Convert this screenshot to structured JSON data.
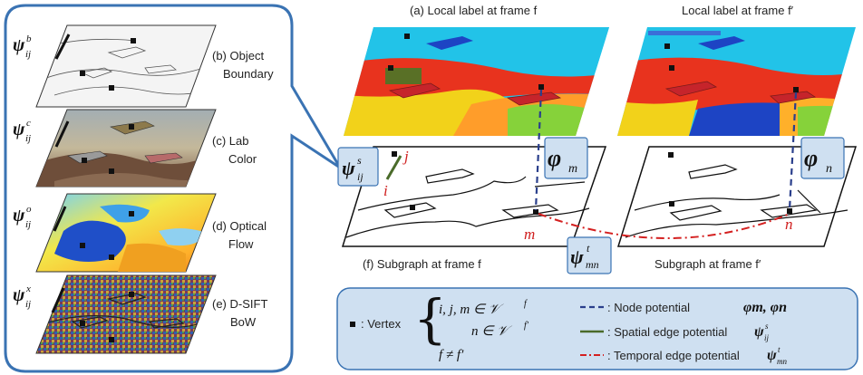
{
  "titles": {
    "local_f": "(a) Local label at frame f",
    "local_fp": "Local label at frame f′",
    "subgraph_f": "(f) Subgraph at frame f",
    "subgraph_fp": "Subgraph at frame f′"
  },
  "features": [
    {
      "symbol": "ψ",
      "sup": "b",
      "sub": "ij",
      "line1": "(b) Object",
      "line2": "Boundary"
    },
    {
      "symbol": "ψ",
      "sup": "c",
      "sub": "ij",
      "line1": "(c) Lab",
      "line2": "Color"
    },
    {
      "symbol": "ψ",
      "sup": "o",
      "sub": "ij",
      "line1": "(d) Optical",
      "line2": "Flow"
    },
    {
      "symbol": "ψ",
      "sup": "x",
      "sub": "ij",
      "line1": "(e) D-SIFT",
      "line2": "BoW"
    }
  ],
  "potentials": {
    "psi_s": {
      "symbol": "ψ",
      "sup": "s",
      "sub": "ij"
    },
    "phi_m": {
      "symbol": "φ",
      "sub": "m"
    },
    "phi_n": {
      "symbol": "φ",
      "sub": "n"
    },
    "psi_t": {
      "symbol": "ψ",
      "sup": "t",
      "sub": "mn"
    }
  },
  "nodes": {
    "i": "i",
    "j": "j",
    "m": "m",
    "n": "n"
  },
  "legend": {
    "vertex_label": ": Vertex",
    "cond1": "i, j, m  ∈ 𝒱",
    "cond1_sup": "f",
    "cond2": "n  ∈ 𝒱",
    "cond2_sup": "f′",
    "cond3": "f ≠ f′",
    "node_text": ": Node potential",
    "node_math": "φm, φn",
    "spatial_text": ": Spatial edge potential",
    "temporal_text": ": Temporal edge potential"
  },
  "colors": {
    "callout_fill": "#cfe0f1",
    "callout_stroke": "#3a73b3",
    "node_potential": "#2a3f8c",
    "spatial_edge": "#4a6b2a",
    "temporal_edge": "#d42020",
    "node_label": "#d02020"
  }
}
